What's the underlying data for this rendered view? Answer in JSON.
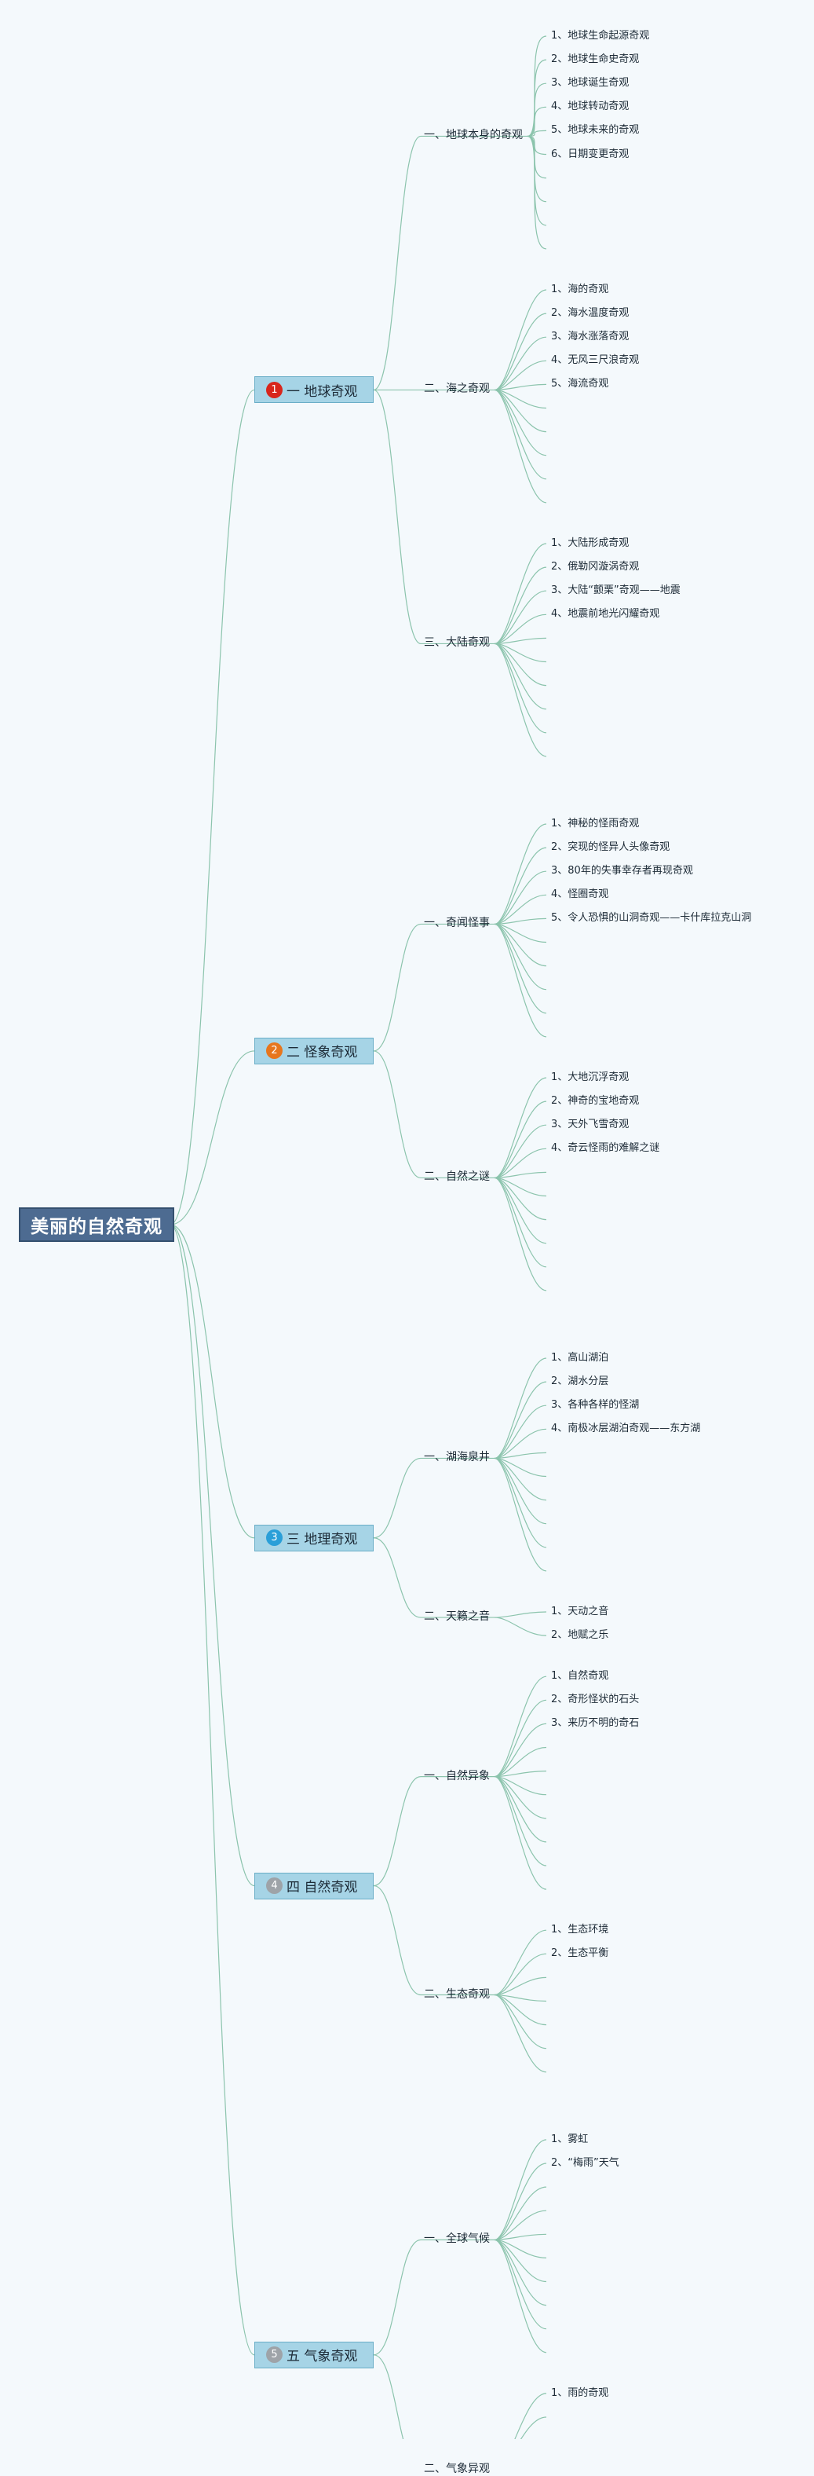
{
  "root": {
    "label": "美丽的自然奇观"
  },
  "colors": {
    "edge": "#8cc4ad",
    "badges": [
      "#d8261c",
      "#e7761d",
      "#2a9fd8",
      "#9ea3a8",
      "#9ea3a8"
    ]
  },
  "branches": [
    {
      "badge": "1",
      "label": "一 地球奇观",
      "children": [
        {
          "label": "一、地球本身的奇观",
          "slots": 10,
          "leaves": [
            "1、地球生命起源奇观",
            "2、地球生命史奇观",
            "3、地球诞生奇观",
            "4、地球转动奇观",
            "5、地球未来的奇观",
            "6、日期变更奇观"
          ]
        },
        {
          "label": "二、海之奇观",
          "slots": 10,
          "leaves": [
            "1、海的奇观",
            "2、海水温度奇观",
            "3、海水涨落奇观",
            "4、无风三尺浪奇观",
            "5、海流奇观"
          ]
        },
        {
          "label": "三、大陆奇观",
          "slots": 10,
          "leaves": [
            "1、大陆形成奇观",
            "2、俄勒冈漩涡奇观",
            "3、大陆“颤栗”奇观——地震",
            "4、地震前地光闪耀奇观"
          ]
        }
      ]
    },
    {
      "badge": "2",
      "label": "二 怪象奇观",
      "children": [
        {
          "label": "一、奇闻怪事",
          "slots": 10,
          "leaves": [
            "1、神秘的怪雨奇观",
            "2、突现的怪异人头像奇观",
            "3、80年的失事幸存者再现奇观",
            "4、怪圈奇观",
            "5、令人恐惧的山洞奇观——卡什库拉克山洞"
          ]
        },
        {
          "label": "二、自然之谜",
          "slots": 10,
          "leaves": [
            "1、大地沉浮奇观",
            "2、神奇的宝地奇观",
            "3、天外飞雪奇观",
            "4、奇云怪雨的难解之谜"
          ]
        }
      ]
    },
    {
      "badge": "3",
      "label": "三 地理奇观",
      "children": [
        {
          "label": "一、湖海泉井",
          "slots": 10,
          "leaves": [
            "1、高山湖泊",
            "2、湖水分层",
            "3、各种各样的怪湖",
            "4、南极冰层湖泊奇观——东方湖"
          ]
        },
        {
          "label": "二、天籁之音",
          "slots": 2,
          "leaves": [
            "1、天动之音",
            "2、地赋之乐"
          ]
        }
      ]
    },
    {
      "badge": "4",
      "label": "四 自然奇观",
      "children": [
        {
          "label": "一、自然异象",
          "slots": 10,
          "leaves": [
            "1、自然奇观",
            "2、奇形怪状的石头",
            "3、来历不明的奇石"
          ]
        },
        {
          "label": "二、生态奇观",
          "slots": 7,
          "leaves": [
            "1、生态环境",
            "2、生态平衡"
          ]
        }
      ]
    },
    {
      "badge": "5",
      "label": "五 气象奇观",
      "children": [
        {
          "label": "一、全球气候",
          "slots": 10,
          "leaves": [
            "1、雾虹",
            "2、“梅雨”天气"
          ]
        },
        {
          "label": "二、气象异观",
          "slots": 8,
          "leaves": [
            "1、雨的奇观"
          ]
        }
      ]
    }
  ]
}
